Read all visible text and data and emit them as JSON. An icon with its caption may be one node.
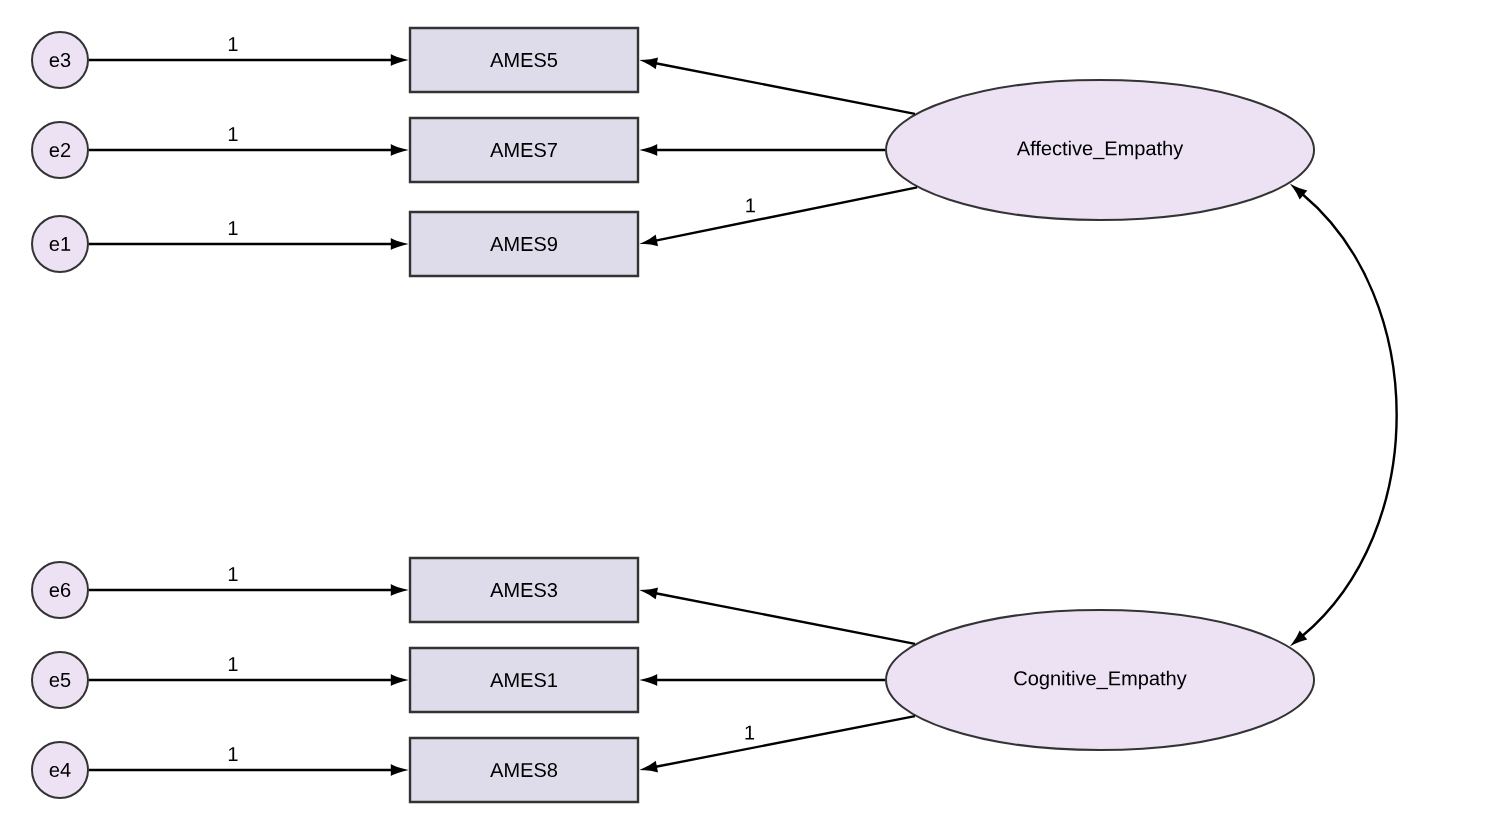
{
  "diagram": {
    "nodes": [
      {
        "text": [
          "e3"
        ]
      },
      {
        "text": [
          "e2"
        ]
      },
      {
        "text": [
          "e1"
        ]
      },
      {
        "text": [
          "AMES5"
        ]
      },
      {
        "text": [
          "AMES7"
        ]
      },
      {
        "text": [
          "AMES9"
        ]
      },
      {
        "text": [
          "Affective_Empathy"
        ]
      },
      {
        "text": [
          "e6"
        ]
      },
      {
        "text": [
          "e5"
        ]
      },
      {
        "text": [
          "e4"
        ]
      },
      {
        "text": [
          "AMES3"
        ]
      },
      {
        "text": [
          "AMES1"
        ]
      },
      {
        "text": [
          "AMES8"
        ]
      },
      {
        "text": [
          "Cognitive_Empathy"
        ]
      }
    ],
    "edges": [
      {
        "from": 0,
        "to": 3,
        "arrow": "to",
        "label": "1"
      },
      {
        "from": 1,
        "to": 4,
        "arrow": "to",
        "label": "1"
      },
      {
        "from": 2,
        "to": 5,
        "arrow": "to",
        "label": "1"
      },
      {
        "from": 6,
        "to": 3,
        "arrow": "to"
      },
      {
        "from": 6,
        "to": 4,
        "arrow": "to"
      },
      {
        "from": 6,
        "to": 5,
        "arrow": "to",
        "label": "1"
      },
      {
        "from": 7,
        "to": 10,
        "arrow": "to",
        "label": "1"
      },
      {
        "from": 8,
        "to": 11,
        "arrow": "to",
        "label": "1"
      },
      {
        "from": 9,
        "to": 12,
        "arrow": "to",
        "label": "1"
      },
      {
        "from": 13,
        "to": 10,
        "arrow": "to"
      },
      {
        "from": 13,
        "to": 11,
        "arrow": "to"
      },
      {
        "from": 13,
        "to": 12,
        "arrow": "to",
        "label": "1"
      },
      {
        "from": 6,
        "to": 13,
        "arrow": "both"
      }
    ]
  }
}
